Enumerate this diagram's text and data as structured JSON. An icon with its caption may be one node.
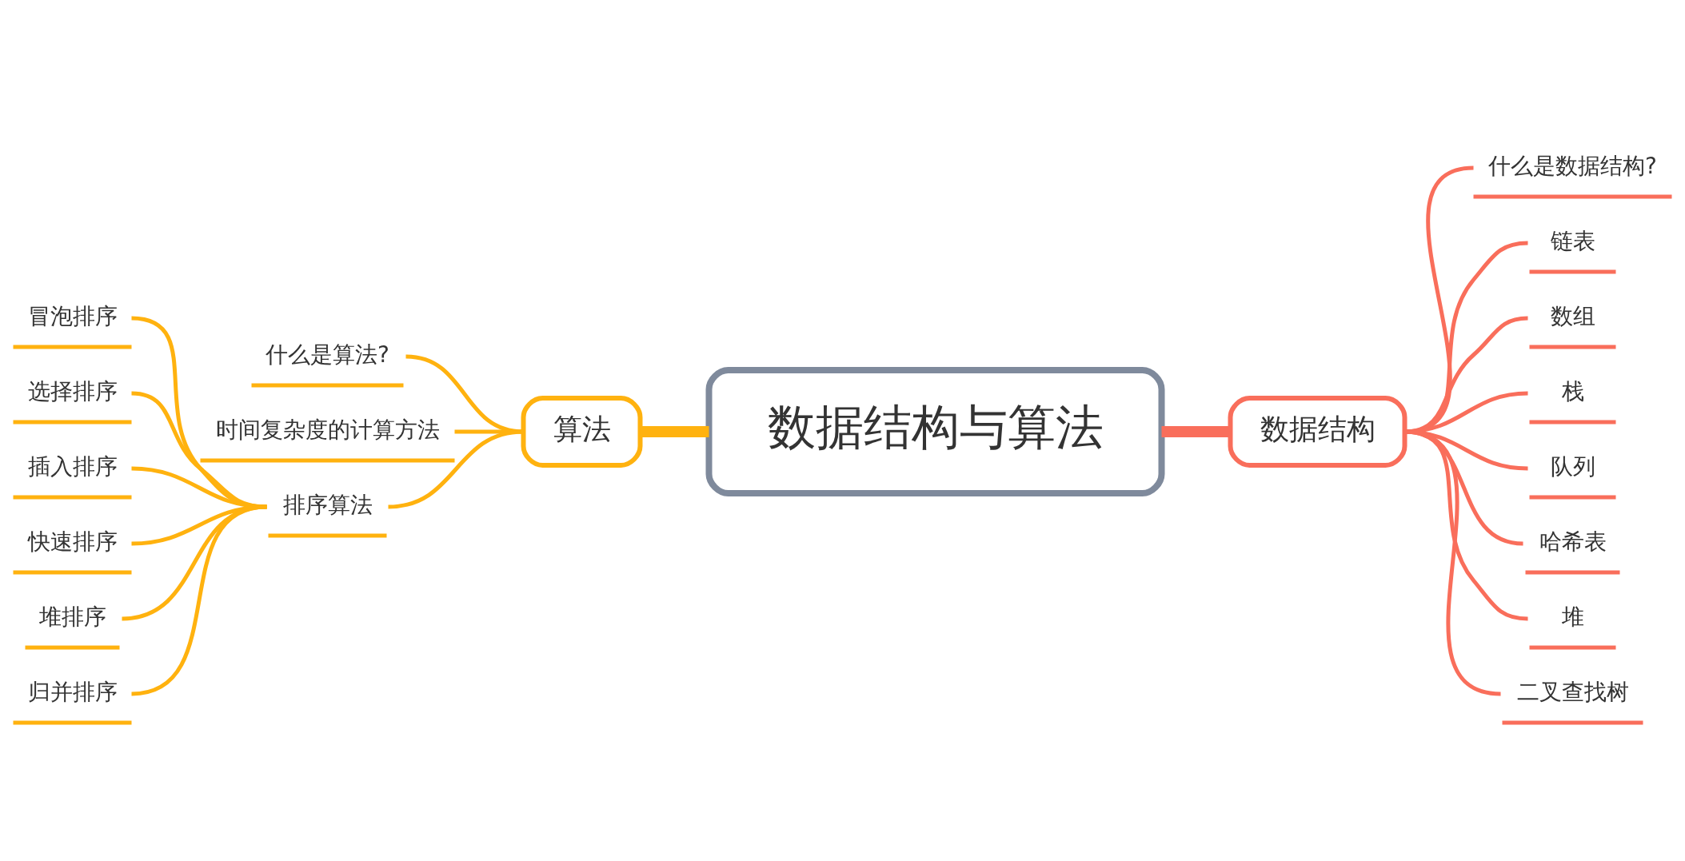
{
  "diagram": {
    "nodes": [
      {
        "text": [
          "数据结构与算法"
        ]
      },
      {
        "text": [
          "数据结构"
        ]
      },
      {
        "text": [
          "什么是数据结构?"
        ]
      },
      {
        "text": [
          "链表"
        ]
      },
      {
        "text": [
          "数组"
        ]
      },
      {
        "text": [
          "栈"
        ]
      },
      {
        "text": [
          "队列"
        ]
      },
      {
        "text": [
          "哈希表"
        ]
      },
      {
        "text": [
          "堆"
        ]
      },
      {
        "text": [
          "二叉查找树"
        ]
      },
      {
        "text": [
          "算法"
        ]
      },
      {
        "text": [
          "什么是算法?"
        ]
      },
      {
        "text": [
          "时间复杂度的计算方法"
        ]
      },
      {
        "text": [
          "排序算法"
        ]
      },
      {
        "text": [
          "冒泡排序"
        ]
      },
      {
        "text": [
          "选择排序"
        ]
      },
      {
        "text": [
          "插入排序"
        ]
      },
      {
        "text": [
          "快速排序"
        ]
      },
      {
        "text": [
          "堆排序"
        ]
      },
      {
        "text": [
          "归并排序"
        ]
      }
    ],
    "edges": [
      {
        "from": 0,
        "to": 1,
        "arrow": "none",
        "style": "thick",
        "color": "#f96e5b"
      },
      {
        "from": 1,
        "to": 2,
        "arrow": "none",
        "color": "#f96e5b"
      },
      {
        "from": 1,
        "to": 3,
        "arrow": "none",
        "color": "#f96e5b"
      },
      {
        "from": 1,
        "to": 4,
        "arrow": "none",
        "color": "#f96e5b"
      },
      {
        "from": 1,
        "to": 5,
        "arrow": "none",
        "color": "#f96e5b"
      },
      {
        "from": 1,
        "to": 6,
        "arrow": "none",
        "color": "#f96e5b"
      },
      {
        "from": 1,
        "to": 7,
        "arrow": "none",
        "color": "#f96e5b"
      },
      {
        "from": 1,
        "to": 8,
        "arrow": "none",
        "color": "#f96e5b"
      },
      {
        "from": 1,
        "to": 9,
        "arrow": "none",
        "color": "#f96e5b"
      },
      {
        "from": 0,
        "to": 10,
        "arrow": "none",
        "style": "thick",
        "color": "#ffb20f"
      },
      {
        "from": 10,
        "to": 11,
        "arrow": "none",
        "color": "#ffb20f"
      },
      {
        "from": 10,
        "to": 12,
        "arrow": "none",
        "color": "#ffb20f"
      },
      {
        "from": 10,
        "to": 13,
        "arrow": "none",
        "color": "#ffb20f"
      },
      {
        "from": 13,
        "to": 14,
        "arrow": "none",
        "color": "#ffb20f"
      },
      {
        "from": 13,
        "to": 15,
        "arrow": "none",
        "color": "#ffb20f"
      },
      {
        "from": 13,
        "to": 16,
        "arrow": "none",
        "color": "#ffb20f"
      },
      {
        "from": 13,
        "to": 17,
        "arrow": "none",
        "color": "#ffb20f"
      },
      {
        "from": 13,
        "to": 18,
        "arrow": "none",
        "color": "#ffb20f"
      },
      {
        "from": 13,
        "to": 19,
        "arrow": "none",
        "color": "#ffb20f"
      }
    ]
  }
}
